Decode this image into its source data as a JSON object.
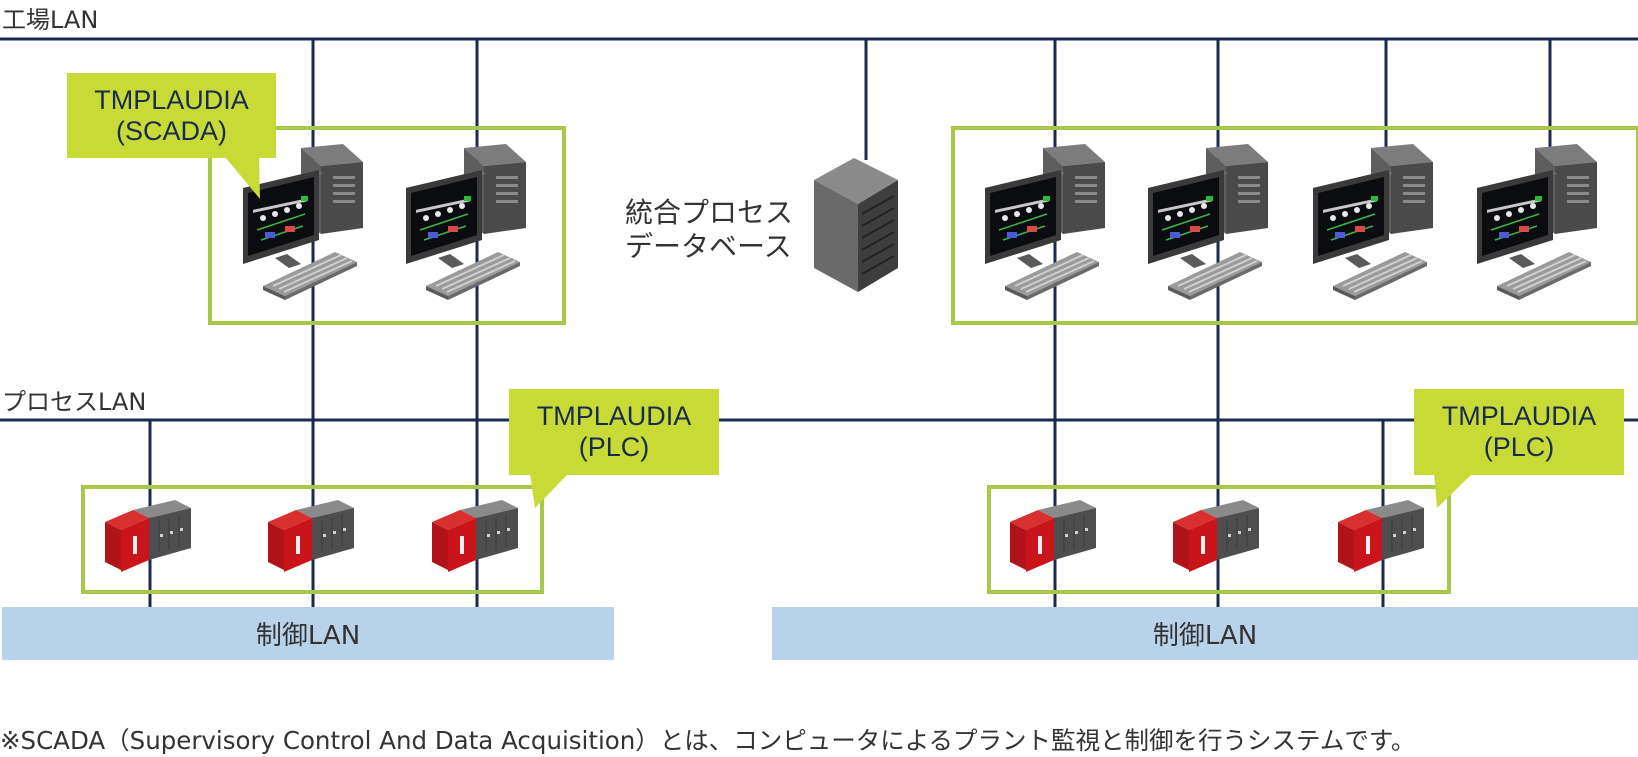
{
  "lans": {
    "factory_lan": "工場LAN",
    "process_lan": "プロセスLAN",
    "control_lan_left": "制御LAN",
    "control_lan_right": "制御LAN"
  },
  "callouts": {
    "scada_line1": "TMPLAUDIA",
    "scada_line2": "(SCADA)",
    "plc_left_line1": "TMPLAUDIA",
    "plc_left_line2": "(PLC)",
    "plc_right_line1": "TMPLAUDIA",
    "plc_right_line2": "(PLC)"
  },
  "database": {
    "line1": "統合プロセス",
    "line2": "データベース"
  },
  "footnote": "※SCADA（Supervisory Control And Data Acquisition）とは、コンピュータによるプラント監視と制御を行うシステムです。",
  "colors": {
    "network_line": "#1a2a50",
    "group_border": "#a8c84a",
    "callout_fill": "#c8da36",
    "control_lan": "#b8d2ea",
    "plc_red": "#c8141a"
  },
  "icons": {
    "workstation": "workstation-icon",
    "server": "server-icon",
    "plc": "plc-icon"
  }
}
